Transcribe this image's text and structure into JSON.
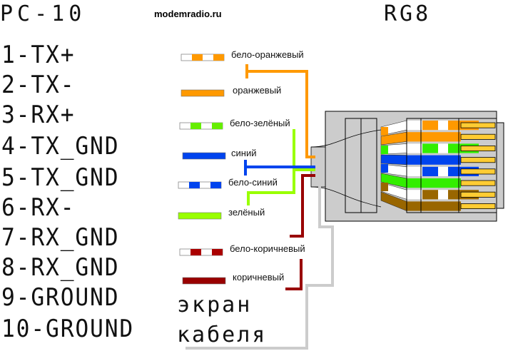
{
  "header": {
    "left_title": "PC-10",
    "site": "modemradio.ru",
    "right_title": "RG8"
  },
  "pins": [
    {
      "label": "1-TX+"
    },
    {
      "label": "2-TX-"
    },
    {
      "label": "3-RX+"
    },
    {
      "label": "4-TX_GND"
    },
    {
      "label": "5-TX_GND"
    },
    {
      "label": "6-RX-"
    },
    {
      "label": "7-RX_GND"
    },
    {
      "label": "8-RX_GND"
    },
    {
      "label": "9-GROUND"
    },
    {
      "label": "10-GROUND"
    }
  ],
  "wires": [
    {
      "name": "бело-оранжевый",
      "color": "#ff9900",
      "striped": true
    },
    {
      "name": "оранжевый",
      "color": "#ff9900",
      "striped": false
    },
    {
      "name": "бело-зелёный",
      "color": "#66ee00",
      "striped": true
    },
    {
      "name": "синий",
      "color": "#0044ee",
      "striped": false
    },
    {
      "name": "бело-синий",
      "color": "#0044ee",
      "striped": true
    },
    {
      "name": "зелёный",
      "color": "#99ff00",
      "striped": false
    },
    {
      "name": "бело-коричневый",
      "color": "#aa0000",
      "striped": true
    },
    {
      "name": "коричневый",
      "color": "#990000",
      "striped": false
    }
  ],
  "shield": {
    "line1": "экран",
    "line2": "кабеля",
    "color": "#cccccc"
  },
  "connector": {
    "body_color": "#cccccc",
    "contact_color": "#ffcc33",
    "slots": [
      {
        "color": "#ff9900",
        "striped": true
      },
      {
        "color": "#ff9900",
        "striped": false
      },
      {
        "color": "#33ee00",
        "striped": true
      },
      {
        "color": "#0044ee",
        "striped": false
      },
      {
        "color": "#0044ee",
        "striped": true
      },
      {
        "color": "#33ee00",
        "striped": false
      },
      {
        "color": "#996600",
        "striped": true
      },
      {
        "color": "#996600",
        "striped": false
      }
    ]
  }
}
